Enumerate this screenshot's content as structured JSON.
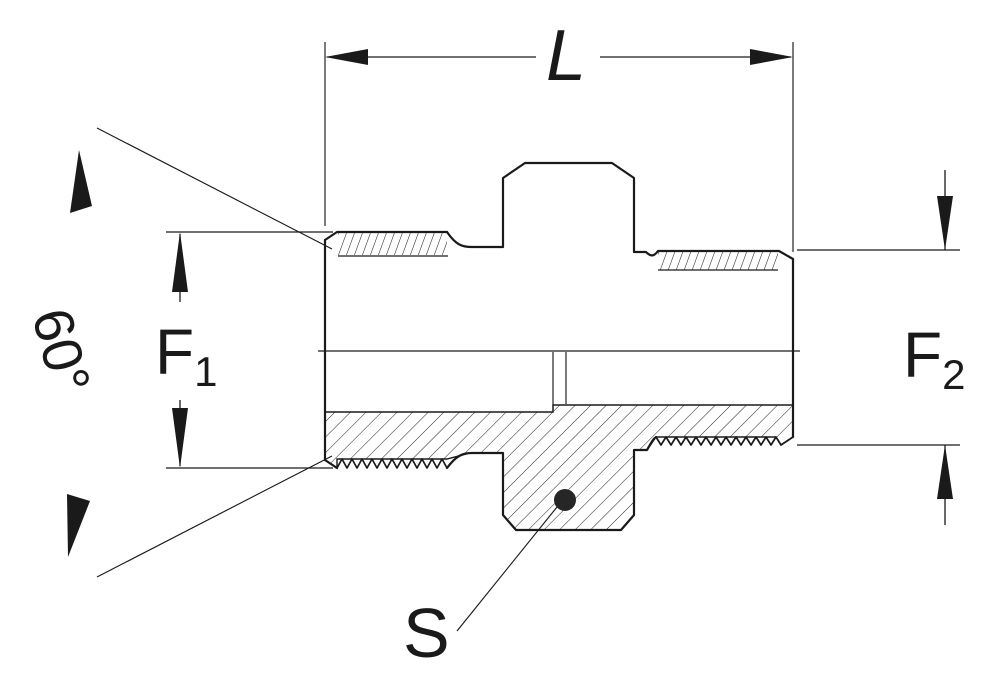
{
  "labels": {
    "length": "L",
    "cone_angle": "60°",
    "thread_left_main": "F",
    "thread_left_sub": "1",
    "thread_right_main": "F",
    "thread_right_sub": "2",
    "hex_size": "S"
  },
  "colors": {
    "ink": "#1a1a1a",
    "background": "#ffffff"
  },
  "drawing": {
    "type": "technical-section-drawing",
    "subject": "male-male adapter fitting with center hex, external threads both ends, lower half in section"
  }
}
